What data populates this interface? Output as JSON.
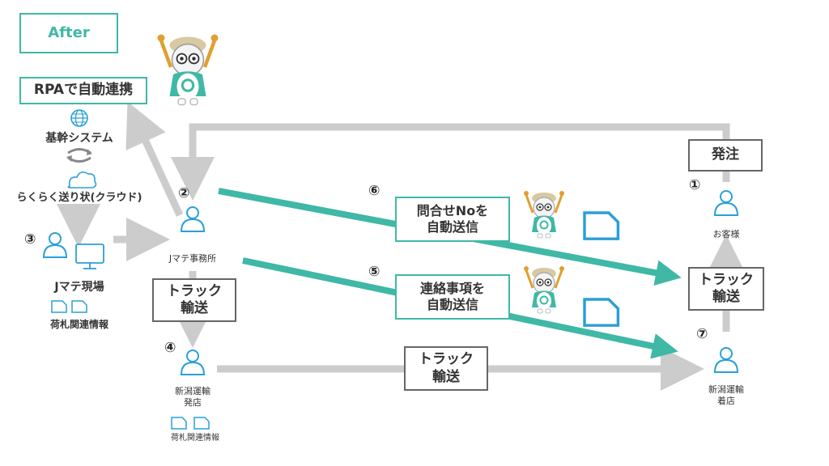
{
  "title": "After",
  "rpa_label": "RPAで自動連携",
  "nodes": {
    "system": "基幹システム",
    "cloud": "らくらく送り状(クラウド)",
    "jmate_site": "Jマテ現場",
    "jmate_site_doc": "荷札関連情報",
    "jmate_office": "Jマテ事務所",
    "niigata_origin": "新潟運輸\n発店",
    "niigata_origin_doc": "荷札関連情報",
    "customer": "お客様",
    "niigata_dest": "新潟運輸\n着店"
  },
  "boxes": {
    "order": "発注",
    "truck_left": "トラック\n輸送",
    "truck_bottom": "トラック\n輸送",
    "truck_right": "トラック\n輸送",
    "auto_inquiry": "問合せNoを\n自動送信",
    "auto_contact": "連絡事項を\n自動送信"
  },
  "numbers": {
    "n1": "①",
    "n2": "②",
    "n3": "③",
    "n4": "④",
    "n5": "⑤",
    "n6": "⑥",
    "n7": "⑦"
  },
  "colors": {
    "teal": "#3fb8a6",
    "gray_arrow": "#cccccc",
    "person_blue": "#2a9fd8"
  },
  "icons": [
    "globe-icon",
    "sync-icon",
    "cloud-icon",
    "person-icon",
    "monitor-icon",
    "document-icon",
    "mascot-icon"
  ]
}
